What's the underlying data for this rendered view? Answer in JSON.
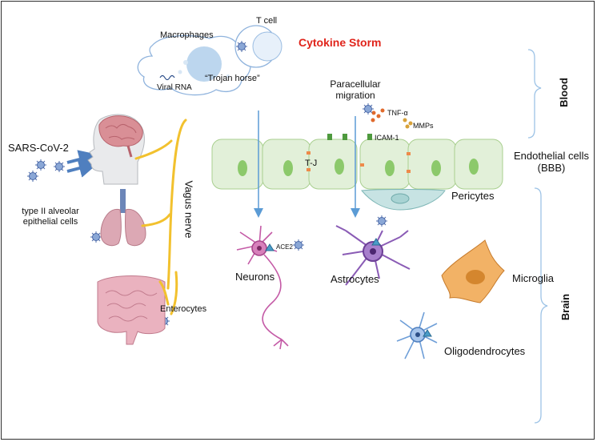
{
  "labels": {
    "t_cell": "T cell",
    "macrophages": "Macrophages",
    "cytokine_storm": "Cytokine Storm",
    "viral_rna": "Viral RNA",
    "trojan_horse": "“Trojan horse”",
    "paracellular_migration": "Paracellular\nmigration",
    "tnf_alpha": "TNF-α",
    "mmps": "MMPs",
    "icam1": "ICAM-1",
    "blood": "Blood",
    "brain": "Brain",
    "endothelial_cells": "Endothelial cells\n(BBB)",
    "sars_cov_2": "SARS-CoV-2",
    "type2_cells": "type II alveolar\nepithelial cells",
    "vagus_nerve": "Vagus nerve",
    "tj": "T-J",
    "pericytes": "Pericytes",
    "ace2": "ACE2",
    "neurons": "Neurons",
    "astrocytes": "Astrocytes",
    "microglia": "Microglia",
    "enterocytes": "Enterocytes",
    "oligodendrocytes": "Oligodendrocytes"
  },
  "colors": {
    "storm_text": "#e0241b",
    "endothelium_fill": "#e2f0d9",
    "endothelium_stroke": "#a9cf8f",
    "nucleus": "#8cc96b",
    "arrow": "#5b9bd5",
    "bracket": "#9dc3e6",
    "vagus": "#f2c12e",
    "virus": "#5a78b4",
    "neuron": "#c45aa6",
    "astrocyte": "#8a5bb5",
    "microglia": "#f0a24a",
    "oligo": "#6f9fd8",
    "brain": "#d98f96",
    "lung": "#d9a5b1",
    "intestine": "#e8a7b6"
  }
}
